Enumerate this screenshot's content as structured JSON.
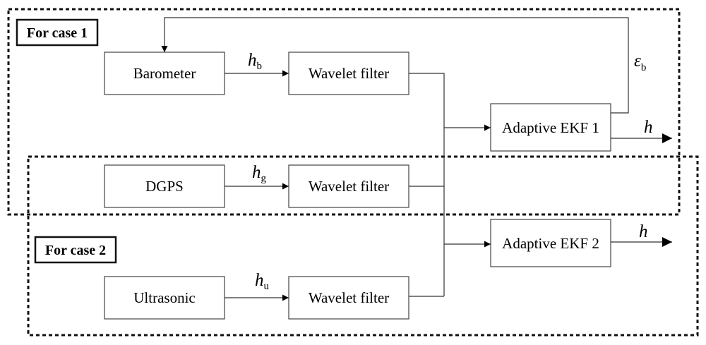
{
  "cases": {
    "case1": "For case 1",
    "case2": "For case 2"
  },
  "blocks": {
    "barometer": "Barometer",
    "dgps": "DGPS",
    "ultrasonic": "Ultrasonic",
    "wavelet_1": "Wavelet filter",
    "wavelet_2": "Wavelet filter",
    "wavelet_3": "Wavelet filter",
    "ekf1": "Adaptive EKF 1",
    "ekf2": "Adaptive EKF 2"
  },
  "signals": {
    "hb": {
      "main": "h",
      "sub": "b"
    },
    "hg": {
      "main": "h",
      "sub": "g"
    },
    "hu": {
      "main": "h",
      "sub": "u"
    },
    "eps": {
      "main": "ε",
      "sub": "b"
    },
    "out1": "h",
    "out2": "h"
  }
}
